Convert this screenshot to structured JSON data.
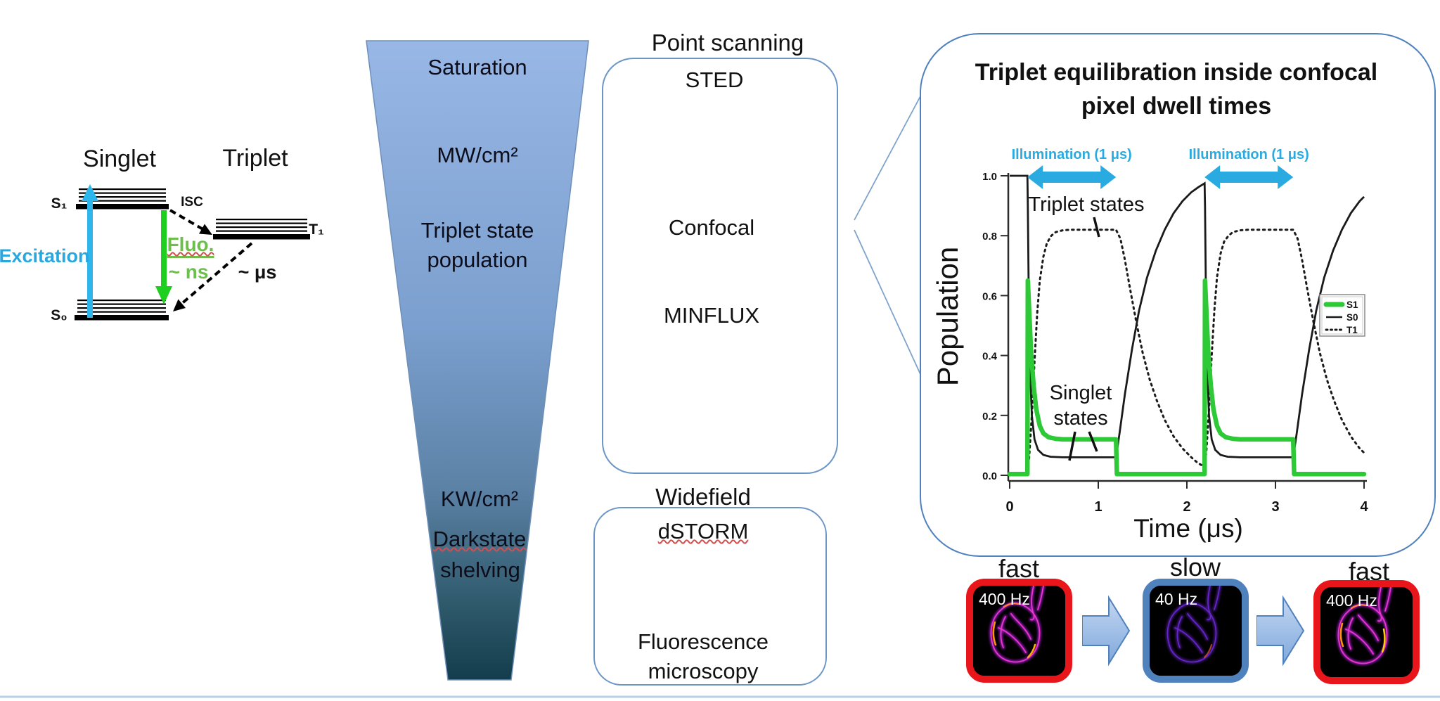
{
  "jablonski": {
    "singlet_label": "Singlet",
    "triplet_label": "Triplet",
    "s1_label": "S₁",
    "s0_label": "S₀",
    "t1_label": "T₁",
    "excitation_label": "Excitation",
    "fluo_label": "Fluo.",
    "fluo_time": "~ ns",
    "isc_label": "ISC",
    "triplet_time": "~ μs",
    "excitation_color": "#29b1e6",
    "fluorescence_arrow_color": "#1fcf1f",
    "fluo_text_color": "#6cbf4a"
  },
  "funnel": {
    "top_label": "Saturation",
    "mw_label": "MW/cm²",
    "mid_label_line1": "Triplet state",
    "mid_label_line2": "population",
    "kw_label": "KW/cm²",
    "dark_label_line1": "Darkstate",
    "dark_label_line2": "shelving",
    "gradient_top": "#98b7e6",
    "gradient_bottom": "#133d4c"
  },
  "point_scanning": {
    "title": "Point scanning",
    "items": [
      "STED",
      "Confocal",
      "MINFLUX"
    ]
  },
  "widefield": {
    "title": "Widefield",
    "items": [
      "dSTORM",
      "Fluorescence microscopy"
    ]
  },
  "inset": {
    "title_line1": "Triplet equilibration inside confocal",
    "title_line2": "pixel dwell times"
  },
  "chart_data": {
    "type": "line",
    "title": "Triplet equilibration inside confocal pixel dwell times",
    "xlabel": "Time (μs)",
    "ylabel": "Population",
    "xlim": [
      0,
      4
    ],
    "ylim": [
      0,
      1
    ],
    "xticks": [
      0,
      1,
      2,
      3,
      4
    ],
    "yticks": [
      0.0,
      0.2,
      0.4,
      0.6,
      0.8,
      1.0
    ],
    "grid": false,
    "legend": {
      "position": "center-right",
      "entries": [
        {
          "name": "S1",
          "color": "#2dc937",
          "style": "solid-thick"
        },
        {
          "name": "S0",
          "color": "#1a1a1a",
          "style": "solid"
        },
        {
          "name": "T1",
          "color": "#1a1a1a",
          "style": "dotted"
        }
      ]
    },
    "annotations": {
      "illumination": [
        {
          "label": "Illumination (1 μs)",
          "x_start": 0.2,
          "x_end": 1.2
        },
        {
          "label": "Illumination (1 μs)",
          "x_start": 2.2,
          "x_end": 3.2
        }
      ],
      "illumination_color": "#29abe2",
      "triplet_states_label": "Triplet states",
      "singlet_states_line1": "Singlet",
      "singlet_states_line2": "states"
    },
    "series": [
      {
        "name": "S0",
        "points": [
          [
            0,
            1
          ],
          [
            0.2,
            1
          ],
          [
            0.205,
            0.9
          ],
          [
            0.215,
            0.6
          ],
          [
            0.23,
            0.35
          ],
          [
            0.25,
            0.2
          ],
          [
            0.28,
            0.12
          ],
          [
            0.32,
            0.085
          ],
          [
            0.38,
            0.068
          ],
          [
            0.46,
            0.062
          ],
          [
            0.6,
            0.06
          ],
          [
            1.2,
            0.06
          ],
          [
            1.24,
            0.14
          ],
          [
            1.3,
            0.27
          ],
          [
            1.38,
            0.42
          ],
          [
            1.46,
            0.55
          ],
          [
            1.55,
            0.66
          ],
          [
            1.65,
            0.75
          ],
          [
            1.75,
            0.82
          ],
          [
            1.85,
            0.875
          ],
          [
            1.95,
            0.915
          ],
          [
            2.05,
            0.945
          ],
          [
            2.13,
            0.962
          ],
          [
            2.2,
            0.975
          ],
          [
            2.205,
            0.9
          ],
          [
            2.215,
            0.6
          ],
          [
            2.23,
            0.35
          ],
          [
            2.25,
            0.2
          ],
          [
            2.28,
            0.12
          ],
          [
            2.32,
            0.085
          ],
          [
            2.38,
            0.068
          ],
          [
            2.46,
            0.062
          ],
          [
            2.6,
            0.06
          ],
          [
            3.2,
            0.06
          ],
          [
            3.24,
            0.14
          ],
          [
            3.3,
            0.27
          ],
          [
            3.38,
            0.42
          ],
          [
            3.46,
            0.55
          ],
          [
            3.55,
            0.66
          ],
          [
            3.65,
            0.75
          ],
          [
            3.75,
            0.82
          ],
          [
            3.85,
            0.875
          ],
          [
            3.95,
            0.915
          ],
          [
            4,
            0.93
          ]
        ]
      },
      {
        "name": "T1",
        "points": [
          [
            0,
            0.002
          ],
          [
            0.2,
            0.002
          ],
          [
            0.22,
            0.06
          ],
          [
            0.25,
            0.2
          ],
          [
            0.28,
            0.38
          ],
          [
            0.31,
            0.54
          ],
          [
            0.34,
            0.65
          ],
          [
            0.38,
            0.73
          ],
          [
            0.42,
            0.775
          ],
          [
            0.47,
            0.8
          ],
          [
            0.52,
            0.812
          ],
          [
            0.6,
            0.818
          ],
          [
            0.7,
            0.82
          ],
          [
            1.2,
            0.82
          ],
          [
            1.25,
            0.79
          ],
          [
            1.3,
            0.72
          ],
          [
            1.36,
            0.62
          ],
          [
            1.43,
            0.51
          ],
          [
            1.5,
            0.41
          ],
          [
            1.58,
            0.32
          ],
          [
            1.66,
            0.25
          ],
          [
            1.75,
            0.185
          ],
          [
            1.85,
            0.13
          ],
          [
            1.95,
            0.09
          ],
          [
            2.05,
            0.06
          ],
          [
            2.12,
            0.042
          ],
          [
            2.2,
            0.028
          ],
          [
            2.22,
            0.08
          ],
          [
            2.25,
            0.22
          ],
          [
            2.28,
            0.4
          ],
          [
            2.31,
            0.55
          ],
          [
            2.34,
            0.66
          ],
          [
            2.38,
            0.74
          ],
          [
            2.42,
            0.78
          ],
          [
            2.47,
            0.8
          ],
          [
            2.52,
            0.812
          ],
          [
            2.6,
            0.818
          ],
          [
            2.7,
            0.82
          ],
          [
            3.2,
            0.82
          ],
          [
            3.25,
            0.79
          ],
          [
            3.3,
            0.72
          ],
          [
            3.36,
            0.62
          ],
          [
            3.43,
            0.51
          ],
          [
            3.5,
            0.41
          ],
          [
            3.58,
            0.32
          ],
          [
            3.66,
            0.25
          ],
          [
            3.75,
            0.185
          ],
          [
            3.85,
            0.13
          ],
          [
            3.95,
            0.09
          ],
          [
            4,
            0.075
          ]
        ]
      },
      {
        "name": "S1",
        "points": [
          [
            0,
            0.004
          ],
          [
            0.2,
            0.004
          ],
          [
            0.205,
            0.65
          ],
          [
            0.22,
            0.55
          ],
          [
            0.24,
            0.42
          ],
          [
            0.27,
            0.3
          ],
          [
            0.3,
            0.22
          ],
          [
            0.34,
            0.165
          ],
          [
            0.38,
            0.14
          ],
          [
            0.44,
            0.127
          ],
          [
            0.52,
            0.122
          ],
          [
            0.6,
            0.12
          ],
          [
            1.2,
            0.12
          ],
          [
            1.21,
            0.004
          ],
          [
            2.2,
            0.004
          ],
          [
            2.205,
            0.65
          ],
          [
            2.22,
            0.55
          ],
          [
            2.24,
            0.42
          ],
          [
            2.27,
            0.3
          ],
          [
            2.3,
            0.22
          ],
          [
            2.34,
            0.165
          ],
          [
            2.38,
            0.14
          ],
          [
            2.44,
            0.127
          ],
          [
            2.52,
            0.122
          ],
          [
            2.6,
            0.12
          ],
          [
            3.2,
            0.12
          ],
          [
            3.21,
            0.004
          ],
          [
            4,
            0.004
          ]
        ]
      }
    ]
  },
  "sequence": {
    "steps": [
      {
        "speed_label": "fast",
        "rate_label": "400 Hz",
        "frame_color": "#e8151b"
      },
      {
        "speed_label": "slow",
        "rate_label": "40 Hz",
        "frame_color": "#4f81bd"
      },
      {
        "speed_label": "fast",
        "rate_label": "400 Hz",
        "frame_color": "#e8151b"
      }
    ],
    "arrow_color": "#8fb2e0"
  }
}
